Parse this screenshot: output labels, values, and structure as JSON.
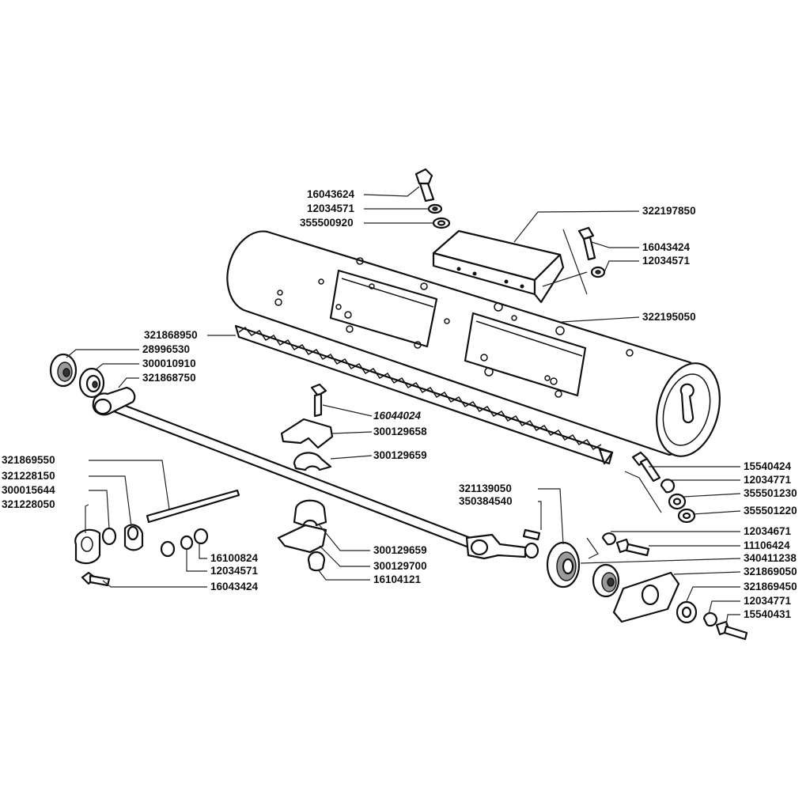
{
  "labels": [
    {
      "id": "16043624a",
      "text": "16043624"
    },
    {
      "id": "12034571a",
      "text": "12034571"
    },
    {
      "id": "355500920",
      "text": "355500920"
    },
    {
      "id": "322197850",
      "text": "322197850"
    },
    {
      "id": "16043424a",
      "text": "16043424"
    },
    {
      "id": "12034571b",
      "text": "12034571"
    },
    {
      "id": "322195050",
      "text": "322195050"
    },
    {
      "id": "321868950",
      "text": "321868950"
    },
    {
      "id": "28996530",
      "text": "28996530"
    },
    {
      "id": "300010910",
      "text": "300010910"
    },
    {
      "id": "321868750",
      "text": "321868750"
    },
    {
      "id": "16044024",
      "text": "16044024"
    },
    {
      "id": "300129658",
      "text": "300129658"
    },
    {
      "id": "300129659a",
      "text": "300129659"
    },
    {
      "id": "321869550",
      "text": "321869550"
    },
    {
      "id": "321228150",
      "text": "321228150"
    },
    {
      "id": "300015644",
      "text": "300015644"
    },
    {
      "id": "321228050",
      "text": "321228050"
    },
    {
      "id": "16100824",
      "text": "16100824"
    },
    {
      "id": "12034571c",
      "text": "12034571"
    },
    {
      "id": "16043424b",
      "text": "16043424"
    },
    {
      "id": "300129659b",
      "text": "300129659"
    },
    {
      "id": "300129700",
      "text": "300129700"
    },
    {
      "id": "16104121",
      "text": "16104121"
    },
    {
      "id": "321139050",
      "text": "321139050"
    },
    {
      "id": "350384540",
      "text": "350384540"
    },
    {
      "id": "15540424",
      "text": "15540424"
    },
    {
      "id": "12034771a",
      "text": "12034771"
    },
    {
      "id": "355501230",
      "text": "355501230"
    },
    {
      "id": "355501220",
      "text": "355501220"
    },
    {
      "id": "12034671",
      "text": "12034671"
    },
    {
      "id": "11106424",
      "text": "11106424"
    },
    {
      "id": "340411238",
      "text": "340411238"
    },
    {
      "id": "321869050",
      "text": "321869050"
    },
    {
      "id": "321869450",
      "text": "321869450"
    },
    {
      "id": "12034771b",
      "text": "12034771"
    },
    {
      "id": "15540431",
      "text": "15540431"
    }
  ]
}
